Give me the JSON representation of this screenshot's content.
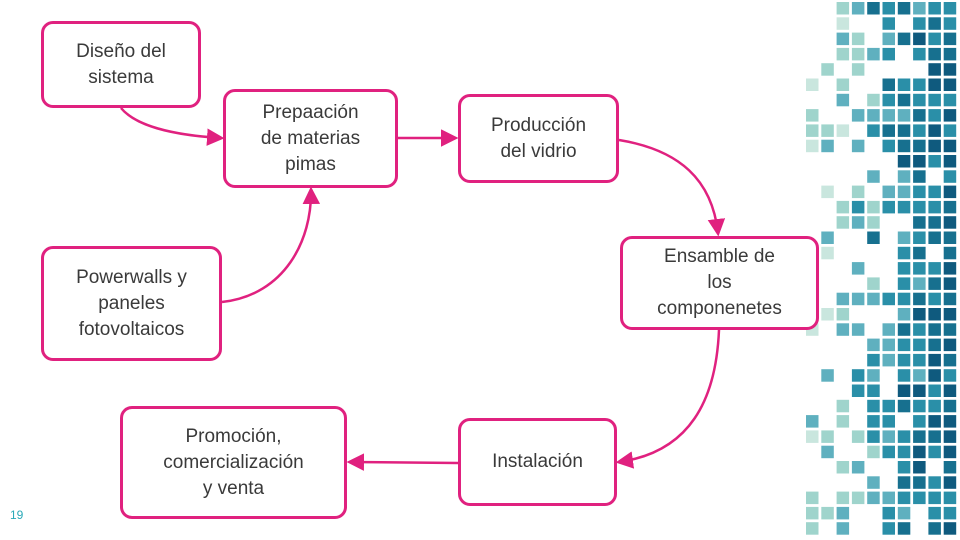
{
  "nodes": {
    "diseno": "Diseño del\nsistema",
    "prepaacion": "Prepaación\nde materias\npimas",
    "produccion": "Producción\ndel vidrio",
    "powerwalls": "Powerwalls y\npaneles\nfotovoltaicos",
    "ensamble": "Ensamble de\nlos\ncomponenetes",
    "promocion": "Promoción,\ncomercialización\ny venta",
    "instalacion": "Instalación"
  },
  "edges": [
    {
      "from": "diseno",
      "to": "prepaacion"
    },
    {
      "from": "powerwalls",
      "to": "prepaacion"
    },
    {
      "from": "prepaacion",
      "to": "produccion"
    },
    {
      "from": "produccion",
      "to": "ensamble"
    },
    {
      "from": "ensamble",
      "to": "instalacion"
    },
    {
      "from": "instalacion",
      "to": "promocion"
    }
  ],
  "page_number": "19",
  "colors": {
    "accent": "#e0217f",
    "mosaic": [
      "#c9e6de",
      "#9fd4cc",
      "#5fb0bf",
      "#2a8fa8",
      "#17708f",
      "#0f5a7e"
    ]
  }
}
